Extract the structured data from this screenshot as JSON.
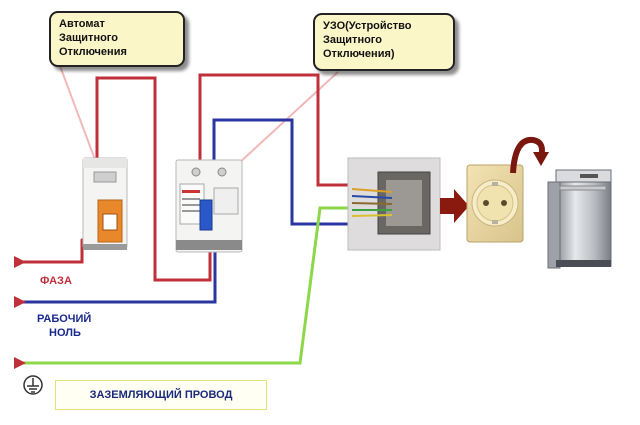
{
  "callouts": {
    "breaker": [
      "Автомат",
      "Защитного",
      "Отключения"
    ],
    "rcd": [
      "УЗО(Устройство",
      "Защитного",
      "Отключения)"
    ]
  },
  "wire_labels": {
    "phase": [
      "ФАЗА"
    ],
    "neutral": [
      "РАБОЧИЙ",
      "НОЛЬ"
    ],
    "ground": "ЗАЗЕМЛЯЮЩИЙ ПРОВОД"
  },
  "colors": {
    "phase_wire": "#c0303a",
    "neutral_wire": "#2a36a0",
    "ground_wire": "#8cd84a",
    "phase_label": "#c0303a",
    "neutral_label": "#1a2a8a",
    "callout_fill": "#fbf6c8",
    "arrow": "#8a1a10"
  },
  "icons": [
    "ground-symbol-icon",
    "arrow-right-icon",
    "rotate-arrow-icon",
    "dishwasher-icon",
    "socket-icon",
    "circuit-breaker-icon",
    "rcd-icon",
    "junction-box-icon"
  ]
}
